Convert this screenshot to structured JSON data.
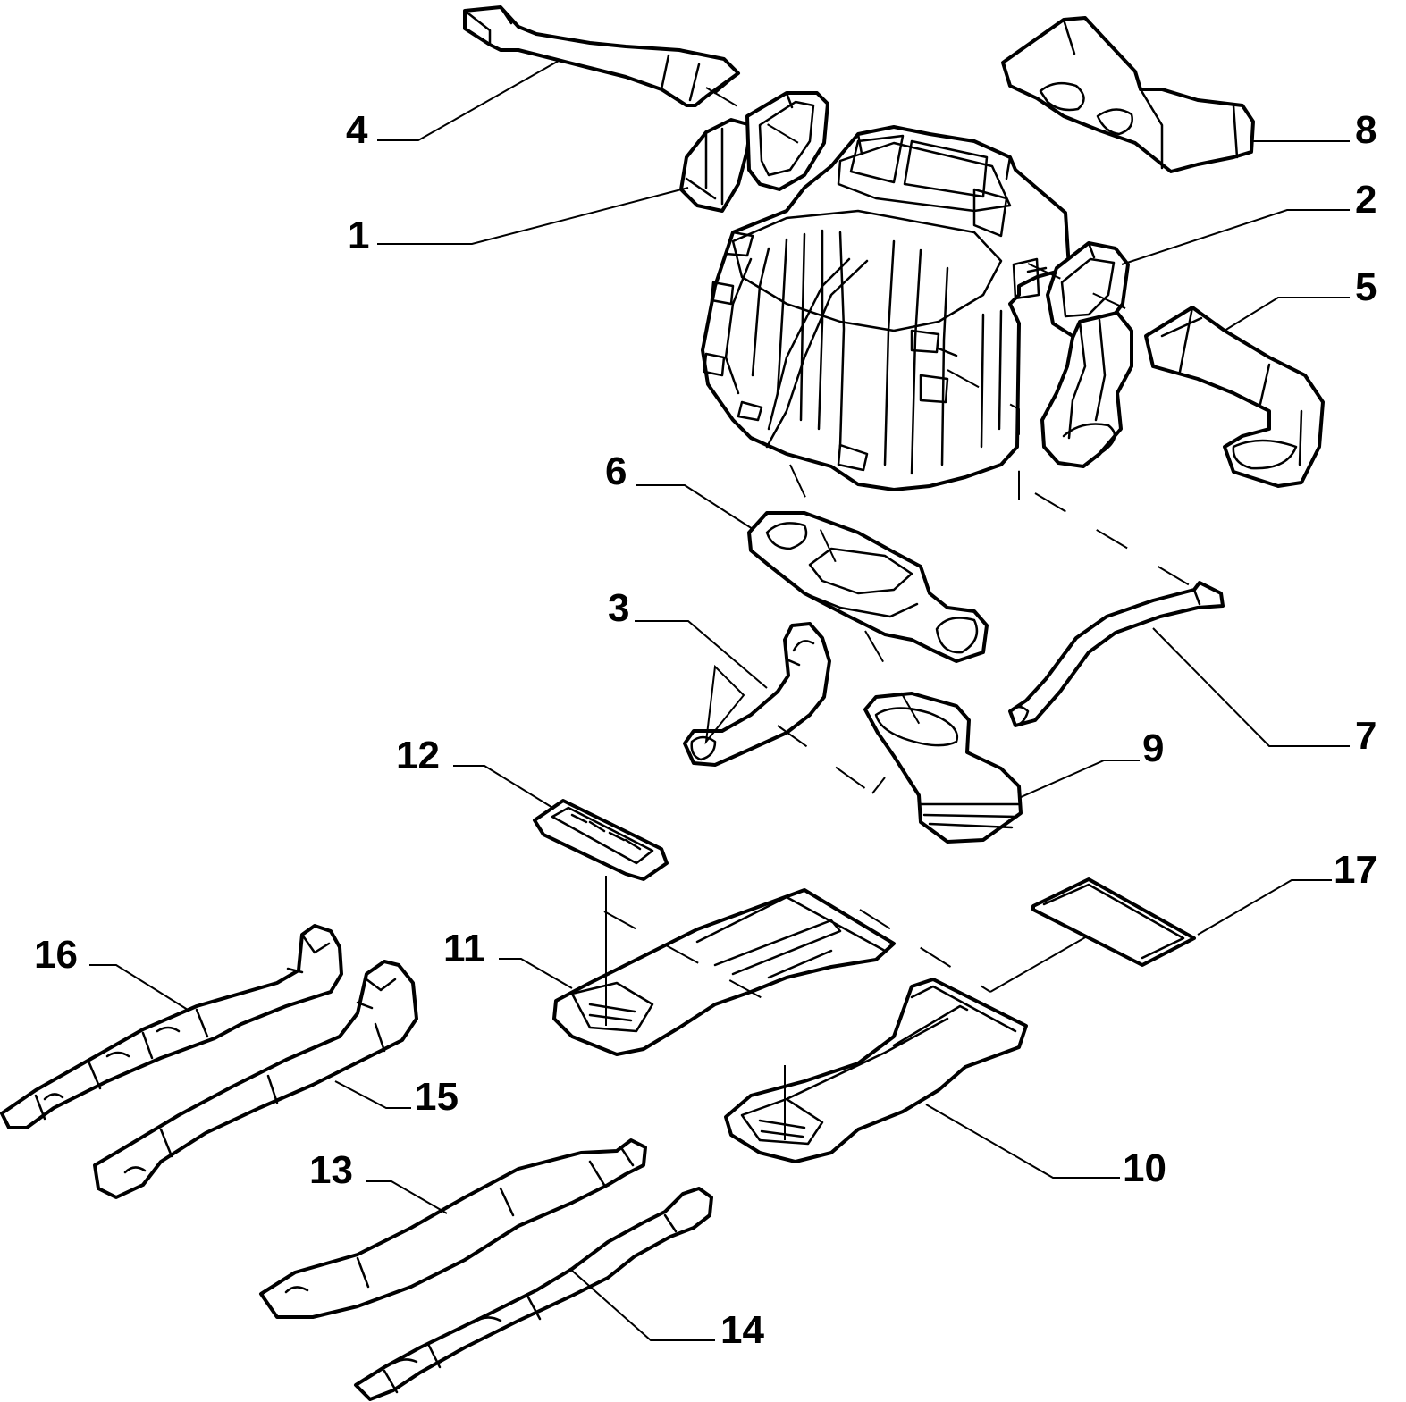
{
  "diagram": {
    "colors": {
      "line": "#000000",
      "background": "#ffffff"
    },
    "callouts": {
      "c1": "1",
      "c2": "2",
      "c3": "3",
      "c4": "4",
      "c5": "5",
      "c6": "6",
      "c7": "7",
      "c8": "8",
      "c9": "9",
      "c10": "10",
      "c11": "11",
      "c12": "12",
      "c13": "13",
      "c14": "14",
      "c15": "15",
      "c16": "16",
      "c17": "17"
    }
  }
}
